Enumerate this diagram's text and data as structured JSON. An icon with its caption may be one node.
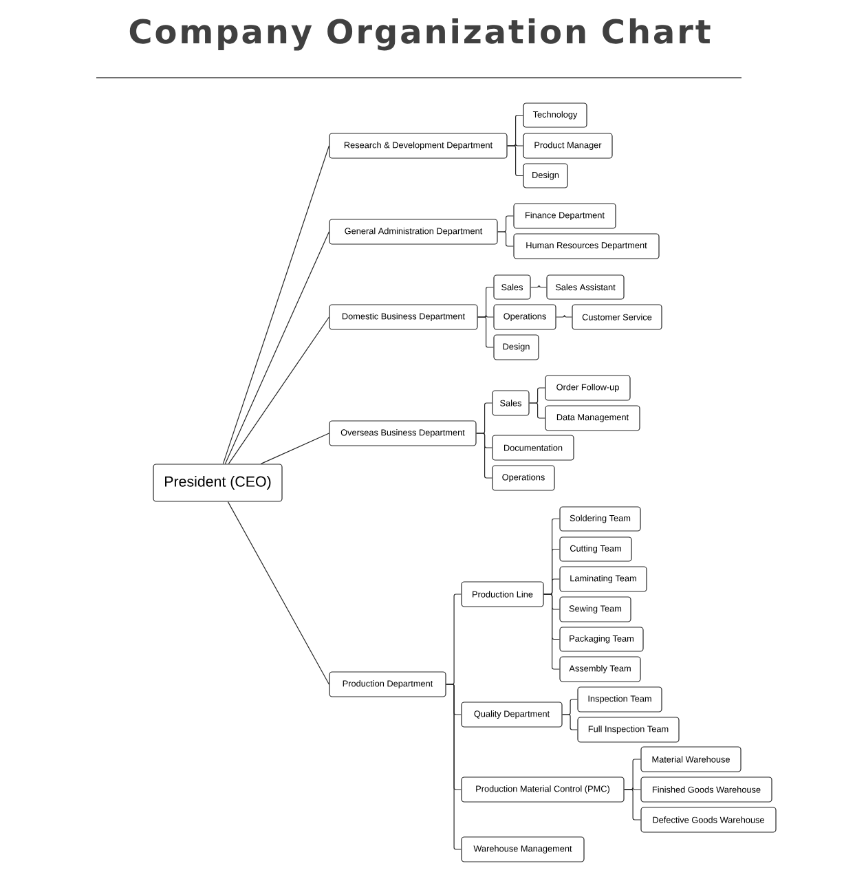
{
  "diagram": {
    "title": "Company Organization Chart",
    "nodes": [
      {
        "text": [
          "President (CEO)"
        ]
      },
      {
        "text": [
          "Research & Development Department"
        ]
      },
      {
        "text": [
          "Technology"
        ]
      },
      {
        "text": [
          "Product Manager"
        ]
      },
      {
        "text": [
          "Design"
        ]
      },
      {
        "text": [
          "General Administration Department"
        ]
      },
      {
        "text": [
          "Finance Department"
        ]
      },
      {
        "text": [
          "Human Resources Department"
        ]
      },
      {
        "text": [
          "Domestic Business Department"
        ]
      },
      {
        "text": [
          "Sales"
        ]
      },
      {
        "text": [
          "Sales Assistant"
        ]
      },
      {
        "text": [
          "Operations"
        ]
      },
      {
        "text": [
          "Customer Service"
        ]
      },
      {
        "text": [
          "Design"
        ]
      },
      {
        "text": [
          "Overseas Business Department"
        ]
      },
      {
        "text": [
          "Sales"
        ]
      },
      {
        "text": [
          "Order Follow-up"
        ]
      },
      {
        "text": [
          "Data Management"
        ]
      },
      {
        "text": [
          "Documentation"
        ]
      },
      {
        "text": [
          "Operations"
        ]
      },
      {
        "text": [
          "Production Department"
        ]
      },
      {
        "text": [
          "Production Line"
        ]
      },
      {
        "text": [
          "Soldering Team"
        ]
      },
      {
        "text": [
          "Cutting Team"
        ]
      },
      {
        "text": [
          "Laminating Team"
        ]
      },
      {
        "text": [
          "Sewing Team"
        ]
      },
      {
        "text": [
          "Packaging Team"
        ]
      },
      {
        "text": [
          "Assembly Team"
        ]
      },
      {
        "text": [
          "Quality Department"
        ]
      },
      {
        "text": [
          "Inspection Team"
        ]
      },
      {
        "text": [
          "Full Inspection Team"
        ]
      },
      {
        "text": [
          "Production Material Control (PMC)"
        ]
      },
      {
        "text": [
          "Material Warehouse"
        ]
      },
      {
        "text": [
          "Finished Goods Warehouse"
        ]
      },
      {
        "text": [
          "Defective Goods Warehouse"
        ]
      },
      {
        "text": [
          "Warehouse Management"
        ]
      }
    ],
    "edges": [
      {
        "from": 0,
        "to": 1,
        "arrow": "none"
      },
      {
        "from": 0,
        "to": 5,
        "arrow": "none"
      },
      {
        "from": 0,
        "to": 8,
        "arrow": "none"
      },
      {
        "from": 0,
        "to": 14,
        "arrow": "none"
      },
      {
        "from": 0,
        "to": 20,
        "arrow": "none"
      },
      {
        "from": 1,
        "to": 2,
        "arrow": "none"
      },
      {
        "from": 1,
        "to": 3,
        "arrow": "none"
      },
      {
        "from": 1,
        "to": 4,
        "arrow": "none"
      },
      {
        "from": 5,
        "to": 6,
        "arrow": "none"
      },
      {
        "from": 5,
        "to": 7,
        "arrow": "none"
      },
      {
        "from": 8,
        "to": 9,
        "arrow": "none"
      },
      {
        "from": 9,
        "to": 10,
        "arrow": "none"
      },
      {
        "from": 8,
        "to": 11,
        "arrow": "none"
      },
      {
        "from": 11,
        "to": 12,
        "arrow": "none"
      },
      {
        "from": 8,
        "to": 13,
        "arrow": "none"
      },
      {
        "from": 14,
        "to": 15,
        "arrow": "none"
      },
      {
        "from": 15,
        "to": 16,
        "arrow": "none"
      },
      {
        "from": 15,
        "to": 17,
        "arrow": "none"
      },
      {
        "from": 14,
        "to": 18,
        "arrow": "none"
      },
      {
        "from": 14,
        "to": 19,
        "arrow": "none"
      },
      {
        "from": 20,
        "to": 21,
        "arrow": "none"
      },
      {
        "from": 21,
        "to": 22,
        "arrow": "none"
      },
      {
        "from": 21,
        "to": 23,
        "arrow": "none"
      },
      {
        "from": 21,
        "to": 24,
        "arrow": "none"
      },
      {
        "from": 21,
        "to": 25,
        "arrow": "none"
      },
      {
        "from": 21,
        "to": 26,
        "arrow": "none"
      },
      {
        "from": 21,
        "to": 27,
        "arrow": "none"
      },
      {
        "from": 20,
        "to": 28,
        "arrow": "none"
      },
      {
        "from": 28,
        "to": 29,
        "arrow": "none"
      },
      {
        "from": 28,
        "to": 30,
        "arrow": "none"
      },
      {
        "from": 20,
        "to": 31,
        "arrow": "none"
      },
      {
        "from": 31,
        "to": 32,
        "arrow": "none"
      },
      {
        "from": 31,
        "to": 33,
        "arrow": "none"
      },
      {
        "from": 31,
        "to": 34,
        "arrow": "none"
      },
      {
        "from": 20,
        "to": 35,
        "arrow": "none"
      }
    ]
  }
}
